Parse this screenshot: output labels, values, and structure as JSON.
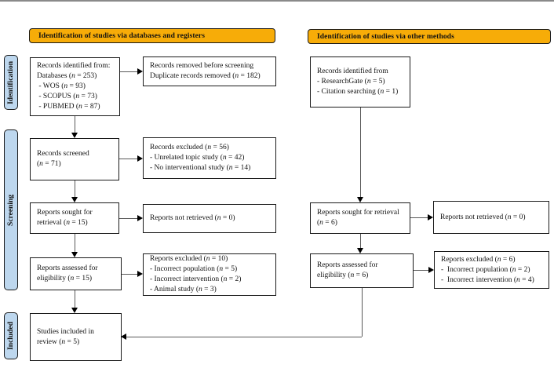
{
  "figure": {
    "banner_left": "Identification of studies via databases and registers",
    "banner_right": "Identification of studies via other methods"
  },
  "sidebar": {
    "identification": "Identification",
    "screening": "Screening",
    "included": "Included"
  },
  "colors": {
    "banner": "#F7AC08",
    "sidebar": "#BDD7EE",
    "line": "#595959",
    "border": "#1a1a1a"
  },
  "boxes": {
    "db_identified": {
      "lines": [
        "Records identified from:",
        "Databases (n = 253)",
        " - WOS (n = 93)",
        " - SCOPUS (n = 73)",
        " - PUBMED (n = 87)"
      ]
    },
    "removed_before": {
      "lines": [
        "Records removed before screening",
        "Duplicate records removed (n = 182)"
      ]
    },
    "screened": {
      "lines": [
        "Records screened",
        "(n = 71)"
      ]
    },
    "records_excluded": {
      "lines": [
        "Records excluded (n = 56)",
        "- Unrelated topic study (n = 42)",
        "- No interventional study (n = 14)"
      ]
    },
    "sought_left": {
      "lines": [
        "Reports sought for",
        "retrieval (n = 15)"
      ]
    },
    "not_retrieved_left": {
      "lines": [
        "Reports not retrieved (n = 0)"
      ]
    },
    "assessed_left": {
      "lines": [
        "Reports assessed for",
        "eligibility (n = 15)"
      ]
    },
    "reports_excluded_left": {
      "lines": [
        "Reports excluded (n = 10)",
        "- Incorrect population (n = 5)",
        "- Incorrect intervention (n = 2)",
        "- Animal study (n = 3)"
      ]
    },
    "included_studies": {
      "lines": [
        "Studies included in",
        "review (n = 5)"
      ]
    },
    "other_identified": {
      "lines": [
        "Records identified from",
        "- ResearchGate (n = 5)",
        "- Citation searching (n = 1)"
      ]
    },
    "sought_right": {
      "lines": [
        "Reports sought for retrieval",
        "(n = 6)"
      ]
    },
    "not_retrieved_right": {
      "lines": [
        "Reports not retrieved (n = 0)"
      ]
    },
    "assessed_right": {
      "lines": [
        "Reports assessed for",
        "eligibility (n = 6)"
      ]
    },
    "reports_excluded_right": {
      "lines": [
        "Reports excluded (n = 6)",
        "-  Incorrect population (n = 2)",
        "-  Incorrect intervention (n = 4)"
      ]
    }
  }
}
